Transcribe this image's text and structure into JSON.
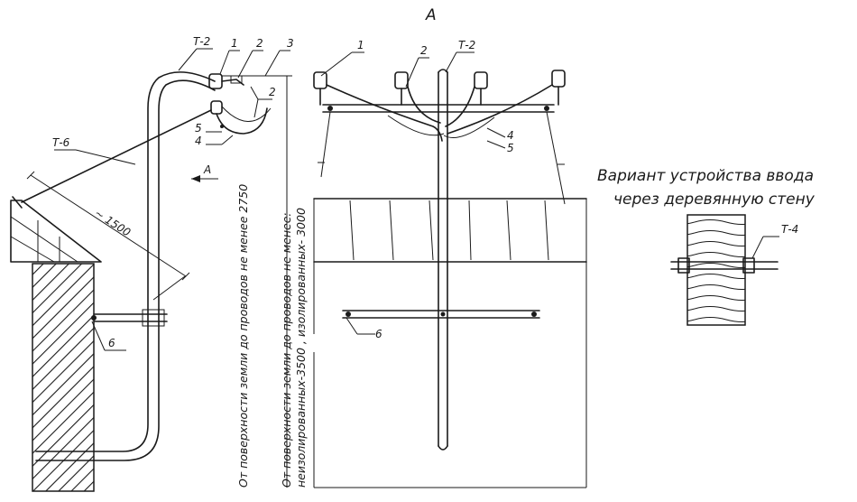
{
  "view_label": "А",
  "view_arrow_label": "А",
  "dimension": "~ 1500",
  "heights": {
    "min_general": "От поверхности земли до проводов не менее 2750",
    "min_line1": "От поверхности земли до проводов не менее:",
    "min_line2": "неизолированных-3500 , изолированных- 3000"
  },
  "side_view_labels": {
    "t2": "Т-2",
    "n1": "1",
    "n2": "2",
    "n3": "3",
    "n2b": "2",
    "n5": "5",
    "n4": "4",
    "t6": "Т-6",
    "n6": "6"
  },
  "front_view_labels": {
    "n1": "1",
    "n2": "2",
    "t2": "Т-2",
    "n4": "4",
    "n5": "5",
    "n6": "6"
  },
  "variant": {
    "title_line1": "Вариант   устройства ввода",
    "title_line2": "через  деревянную   стену",
    "t4": "Т-4"
  }
}
